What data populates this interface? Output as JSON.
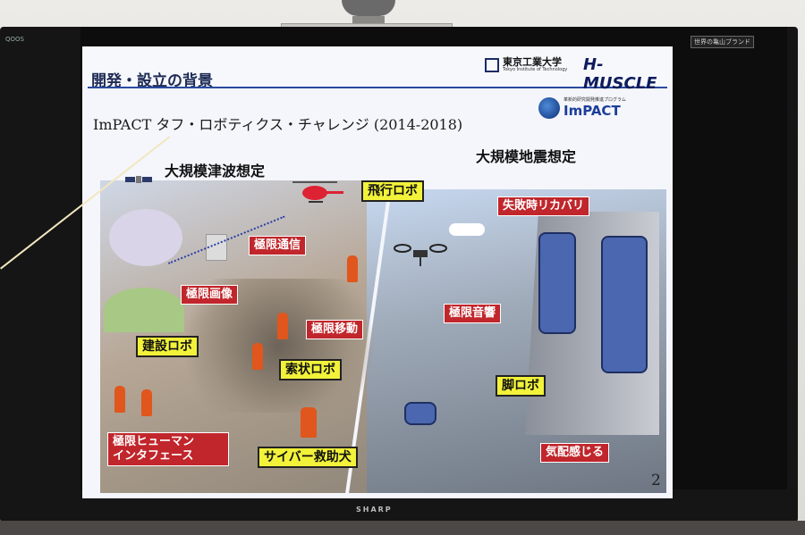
{
  "tv": {
    "brand_left": "QOOS",
    "brand_right": "世界の亀山ブランド",
    "brand_bottom": "SHARP"
  },
  "slide": {
    "title": "開発・設立の背景",
    "university_ja": "東京工業大学",
    "university_en": "Tokyo Institute of Technology",
    "hmuscle": "H-MUSCLE",
    "impact_small": "革新的研究開発推進プログラム",
    "impact_word": "ImPACT",
    "subtitle": "ImPACT タフ・ロボティクス・チャレンジ (2014-2018)",
    "left_heading": "大規模津波想定",
    "right_heading": "大規模地震想定",
    "page_number": "2",
    "labels": {
      "flying": "飛行ロボ",
      "failure": "失敗時リカバリ",
      "comm": "極限通信",
      "image": "極限画像",
      "acoustic": "極限音響",
      "move": "極限移動",
      "construction": "建設ロボ",
      "cable": "索状ロボ",
      "leg": "脚ロボ",
      "hmi_line1": "極限ヒューマン",
      "hmi_line2": "インタフェース",
      "dog": "サイバー救助犬",
      "sense": "気配感じる"
    }
  },
  "colors": {
    "label_red": "#c0262b",
    "label_yellow": "#f2f23a",
    "header_line": "#2b4aa0"
  }
}
